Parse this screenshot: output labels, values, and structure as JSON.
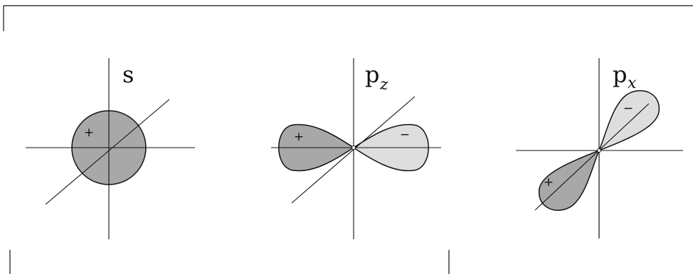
{
  "diagram": {
    "panels": [
      {
        "id": "s",
        "label": "s",
        "subscript": "",
        "plus_sign": "+",
        "minus_sign": ""
      },
      {
        "id": "pz",
        "label": "p",
        "subscript": "z",
        "plus_sign": "+",
        "minus_sign": "−"
      },
      {
        "id": "px",
        "label": "p",
        "subscript": "x",
        "plus_sign": "+",
        "minus_sign": "−"
      }
    ],
    "colors": {
      "positive_lobe": "#a8a8a8",
      "negative_lobe": "#dedede",
      "line": "#111111",
      "background": "#ffffff"
    }
  }
}
